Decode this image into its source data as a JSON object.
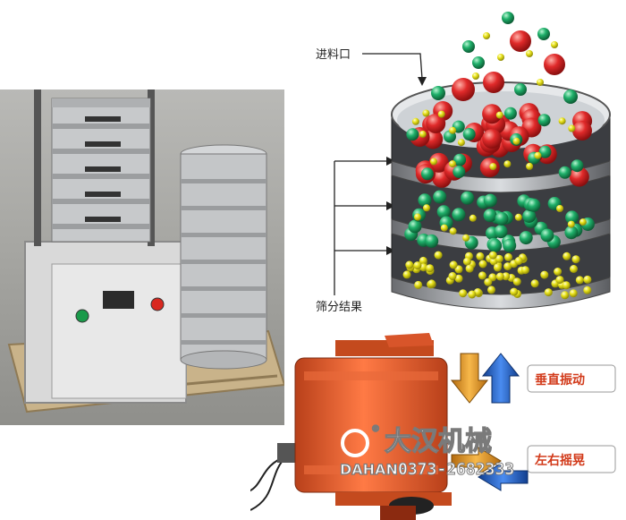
{
  "diagram": {
    "feed_label": "进料口",
    "result_label": "筛分结果"
  },
  "motor": {
    "vertical_label": "垂直振动",
    "horizontal_label": "左右摇晃"
  },
  "watermark": {
    "brand_cn": "大汉机械",
    "brand_en": "DAHAN",
    "phone": "0373-2682333",
    "registered": "®"
  },
  "colors": {
    "ball_red": "#e02a2a",
    "ball_green": "#1fb06a",
    "ball_yellow": "#e8e21a",
    "motor_orange": "#f2612a",
    "arrow_orange": "#e89a1f",
    "arrow_blue": "#1f5fc8",
    "callout_text": "#d23a1a"
  }
}
